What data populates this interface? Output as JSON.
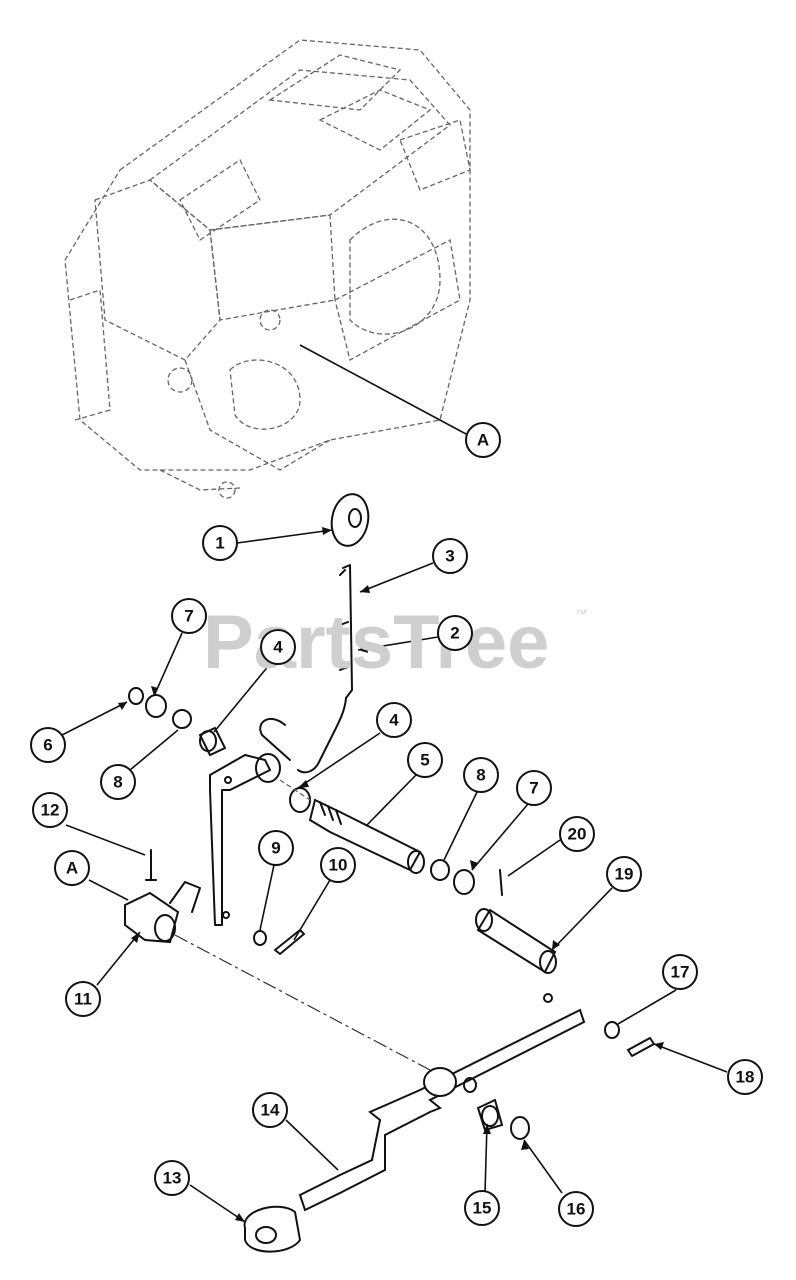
{
  "watermark": {
    "text": "PartsTree",
    "trademark": "™"
  },
  "callouts": [
    {
      "id": "c-1",
      "label": "1"
    },
    {
      "id": "c-2",
      "label": "2"
    },
    {
      "id": "c-3",
      "label": "3"
    },
    {
      "id": "c-4a",
      "label": "4"
    },
    {
      "id": "c-4b",
      "label": "4"
    },
    {
      "id": "c-5",
      "label": "5"
    },
    {
      "id": "c-6",
      "label": "6"
    },
    {
      "id": "c-7a",
      "label": "7"
    },
    {
      "id": "c-7b",
      "label": "7"
    },
    {
      "id": "c-8a",
      "label": "8"
    },
    {
      "id": "c-8b",
      "label": "8"
    },
    {
      "id": "c-9",
      "label": "9"
    },
    {
      "id": "c-10",
      "label": "10"
    },
    {
      "id": "c-11",
      "label": "11"
    },
    {
      "id": "c-12",
      "label": "12"
    },
    {
      "id": "c-13",
      "label": "13"
    },
    {
      "id": "c-14",
      "label": "14"
    },
    {
      "id": "c-15",
      "label": "15"
    },
    {
      "id": "c-16",
      "label": "16"
    },
    {
      "id": "c-17",
      "label": "17"
    },
    {
      "id": "c-18",
      "label": "18"
    },
    {
      "id": "c-19",
      "label": "19"
    },
    {
      "id": "c-20",
      "label": "20"
    },
    {
      "id": "c-A1",
      "label": "A"
    },
    {
      "id": "c-A2",
      "label": "A"
    }
  ]
}
